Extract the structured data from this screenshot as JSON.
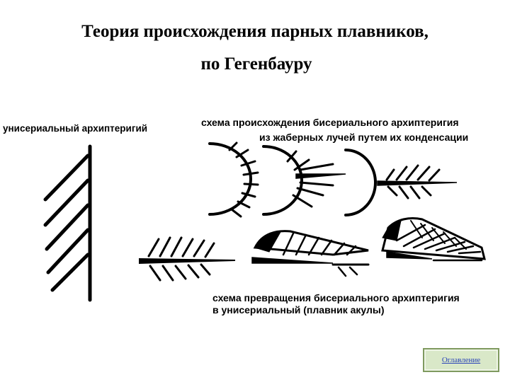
{
  "title": {
    "line1": "Теория происхождения парных плавников,",
    "line2": "по Гегенбауру"
  },
  "captions": {
    "uniserial": "унисериальный архиптеригий",
    "origin_line1": "схема происхождения бисериального архиптеригия",
    "origin_line2": "из жаберных лучей путем их конденсации",
    "transform_line1": "схема превращения бисериального архиптеригия",
    "transform_line2": "в унисериальный (плавник акулы)"
  },
  "nav": {
    "toc_label": "Оглавление"
  },
  "colors": {
    "ink": "#000000",
    "button_bg": "#d9e8c8",
    "button_border": "#7f9a5f",
    "link": "#2a44b8"
  }
}
